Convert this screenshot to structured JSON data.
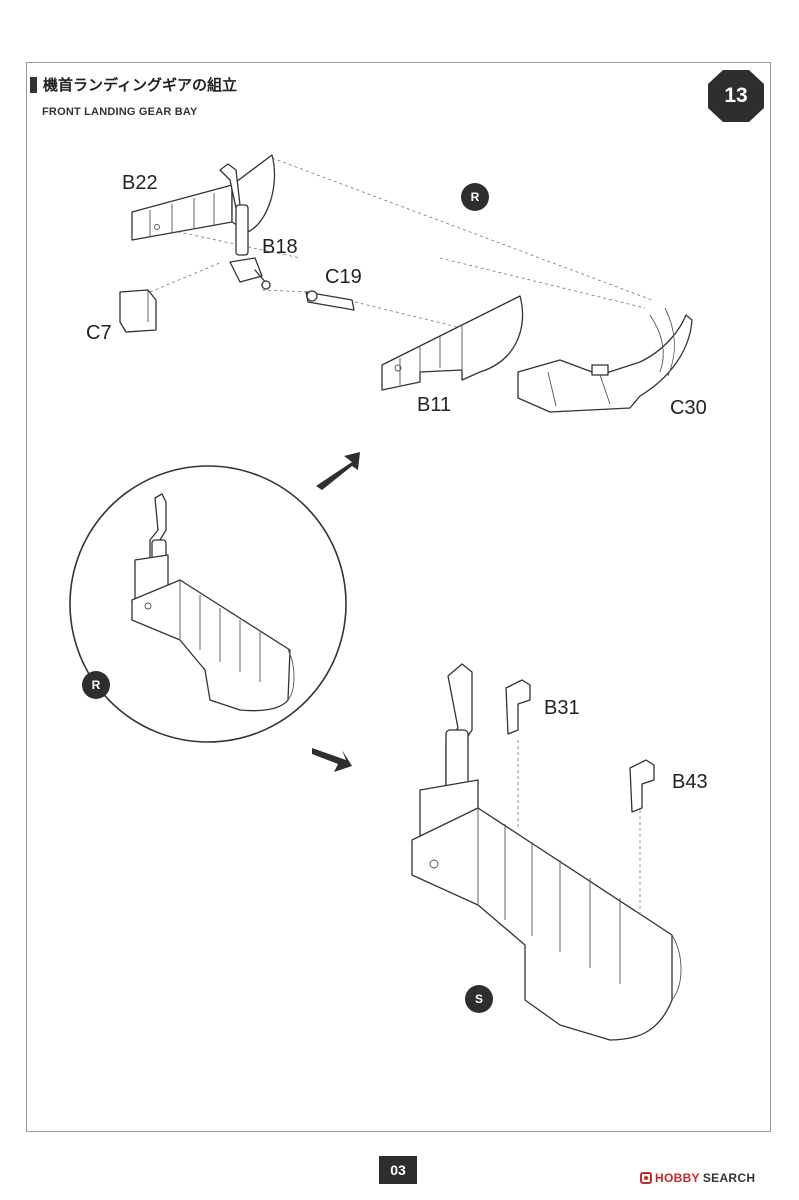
{
  "header": {
    "title_jp": "機首ランディングギアの組立",
    "title_en": "FRONT LANDING GEAR BAY",
    "step_number": "13"
  },
  "parts": {
    "b22": "B22",
    "b18": "B18",
    "c19": "C19",
    "c7": "C7",
    "b11": "B11",
    "c30": "C30",
    "b31": "B31",
    "b43": "B43"
  },
  "markers": {
    "top": "R",
    "detail": "R",
    "bottom": "S"
  },
  "footer": {
    "page_number": "03",
    "watermark_brand": "HOBBY",
    "watermark_search": "SEARCH"
  },
  "colors": {
    "badge": "#2e2e2e",
    "watermark_red": "#c62828"
  }
}
